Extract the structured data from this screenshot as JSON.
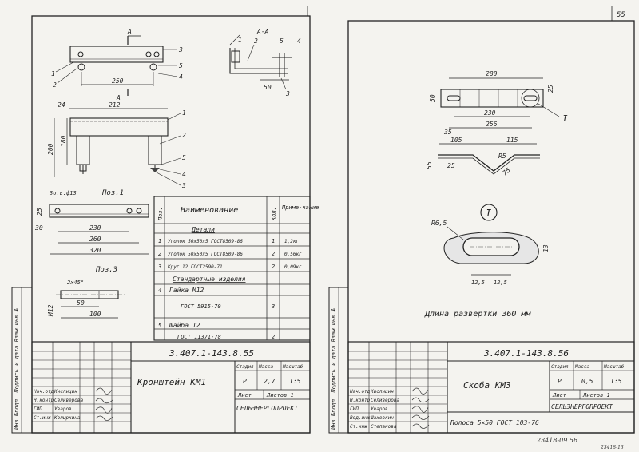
{
  "page_number": "55",
  "left": {
    "section_label": "А-А",
    "cut_letter": "А",
    "dims": {
      "d250": "250",
      "d212": "212",
      "d24": "24",
      "d180": "180",
      "d200": "200",
      "d25": "25",
      "d30": "30",
      "d230": "230",
      "d260": "260",
      "d320": "320",
      "d50": "50",
      "d50b": "50",
      "d100": "100",
      "m12": "M12",
      "chamfer": "2х45°",
      "holes": "3отв.ф13"
    },
    "callouts": [
      "1",
      "2",
      "3",
      "4",
      "5"
    ],
    "pos1_label": "Поз.1",
    "pos3_label": "Поз.3",
    "bom": {
      "col_pos": "Поз.",
      "col_name": "Наименование",
      "col_qty": "Кол.",
      "col_note": "Приме-чание",
      "section_details": "Детали",
      "section_std": "Стандартные изделия",
      "rows": [
        {
          "pos": "1",
          "name": "Уголок 50х50х5 ГОСТ8509-86",
          "qty": "1",
          "note": "1,2кг"
        },
        {
          "pos": "2",
          "name": "Уголок 50х50х5 ГОСТ8509-86",
          "qty": "2",
          "note": "0,56кг"
        },
        {
          "pos": "3",
          "name": "Круг 12 ГОСТ2590-71",
          "qty": "2",
          "note": "0,09кг"
        }
      ],
      "std_rows": [
        {
          "pos": "4",
          "name": "Гайка М12",
          "sub": "ГОСТ 5915-70",
          "qty": "3"
        },
        {
          "pos": "5",
          "name": "Шайба 12",
          "sub": "ГОСТ 11371-78",
          "qty": "2"
        }
      ]
    },
    "title_block": {
      "code": "3.407.1-143.8.55",
      "name": "Кронштейн КМ1",
      "stage_h": "Стадия",
      "mass_h": "Масса",
      "scale_h": "Масштаб",
      "stage": "Р",
      "mass": "2,7",
      "scale": "1:5",
      "sheet": "Лист",
      "sheets": "Листов 1",
      "org": "СЕЛЬЭНЕРГОПРОЕКТ",
      "people": [
        {
          "role": "Нач.отд",
          "name": "Кислицин"
        },
        {
          "role": "Н.контр",
          "name": "Селиверова"
        },
        {
          "role": "ГИП",
          "name": "Уваров"
        },
        {
          "role": "Ст.инж",
          "name": "Копыркина"
        }
      ]
    },
    "side_stamp": "Инв.№подл. Подпись и дата Взам.инв.№"
  },
  "right": {
    "dims": {
      "d280": "280",
      "d25": "25",
      "d50": "50",
      "d230": "230",
      "d256": "256",
      "d35": "35",
      "d105": "105",
      "d115": "115",
      "r25": "R5",
      "d55": "55",
      "d25b": "25",
      "d75": "75",
      "r65": "R6,5",
      "d13": "13",
      "d125a": "12,5",
      "d125b": "12,5"
    },
    "detail_mark": "I",
    "develop_length": "Длина развертки 360 мм",
    "title_block": {
      "code": "3.407.1-143.8.56",
      "name": "Скоба КМ3",
      "stage_h": "Стадия",
      "mass_h": "Масса",
      "scale_h": "Масштаб",
      "stage": "Р",
      "mass": "0,5",
      "scale": "1:5",
      "sheet": "Лист",
      "sheets": "Листов 1",
      "org": "СЕЛЬЭНЕРГОПРОЕКТ",
      "material": "Полоса 5×50 ГОСТ 103-76",
      "people": [
        {
          "role": "Нач.отд",
          "name": "Кислицин"
        },
        {
          "role": "Н.контр",
          "name": "Селиверова"
        },
        {
          "role": "ГИП",
          "name": "Уваров"
        },
        {
          "role": "Вед.инж",
          "name": "Шаховкин"
        },
        {
          "role": "Ст.инж",
          "name": "Степанова"
        }
      ]
    },
    "stamp_bottom": "23418-09 56",
    "stamp_corner": "23418-13",
    "side_stamp": "Инв.№подл. Подпись и дата Взам.инв.№"
  }
}
